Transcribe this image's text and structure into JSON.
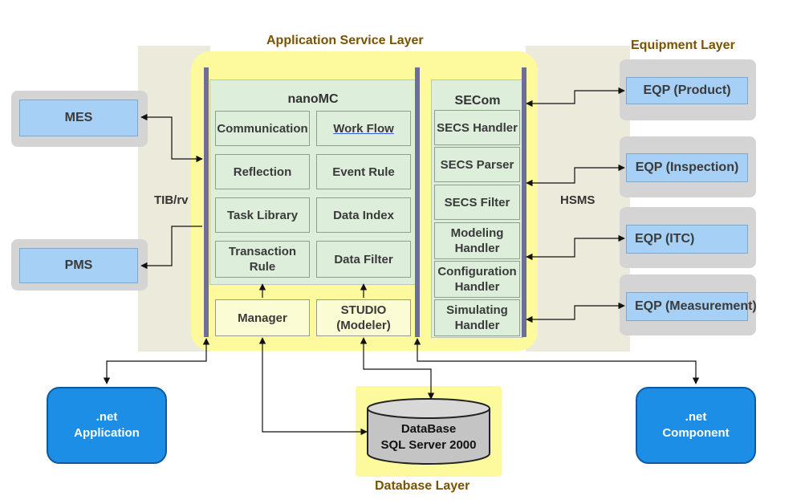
{
  "layers": {
    "application": "Application Service Layer",
    "equipment": "Equipment Layer",
    "database": "Database Layer"
  },
  "protocols": {
    "tib": "TIB/rv",
    "hsms": "HSMS"
  },
  "left_systems": [
    "MES",
    "PMS"
  ],
  "nanomc": {
    "title": "nanoMC",
    "modules": [
      "Communication",
      "Work Flow",
      "Reflection",
      "Event Rule",
      "Task Library",
      "Data Index",
      "Transaction Rule",
      "Data Filter"
    ]
  },
  "bottom_modules": {
    "manager": "Manager",
    "studio": "STUDIO (Modeler)"
  },
  "secom": {
    "title": "SECom",
    "handlers": [
      "SECS Handler",
      "SECS Parser",
      "SECS Filter",
      "Modeling Handler",
      "Configuration Handler",
      "Simulating Handler"
    ]
  },
  "equipment": [
    "EQP (Product)",
    "EQP (Inspection)",
    "EQP (ITC)",
    "EQP (Measurement)"
  ],
  "database": {
    "name": "DataBase",
    "server": "SQL Server 2000"
  },
  "dotnet": {
    "application": ".net Application",
    "component": ".net Component"
  },
  "colors": {
    "yellow_layer": "#fdfa9e",
    "beige_band": "#eceadb",
    "module_green": "#ddeedb",
    "bar_purple": "#6b6f9a",
    "eqp_blue": "#a6d0f5",
    "net_blue": "#1d8ee6",
    "layer_label": "#7a5300"
  }
}
